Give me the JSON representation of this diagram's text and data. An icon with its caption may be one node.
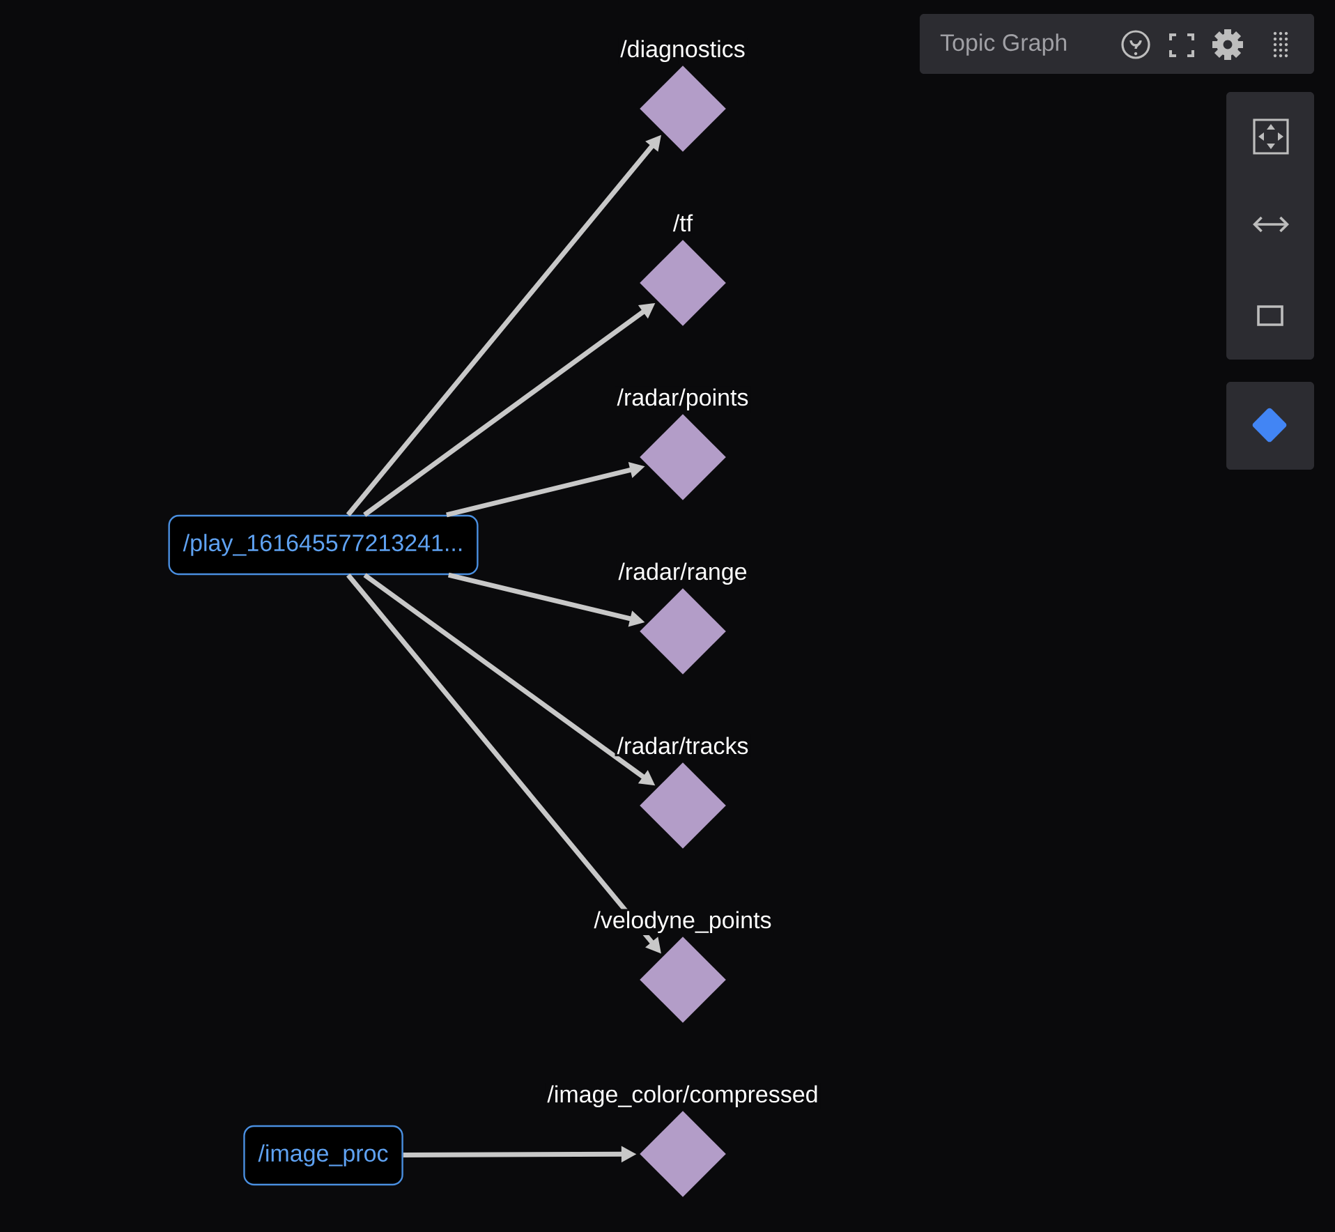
{
  "diagram": {
    "nodes": [
      {
        "text": [
          "/diagnostics"
        ]
      },
      {
        "text": [
          "/tf"
        ]
      },
      {
        "text": [
          "/radar/points"
        ]
      },
      {
        "text": [
          "/play_161645577213241..."
        ]
      },
      {
        "text": [
          "/radar/range"
        ]
      },
      {
        "text": [
          "/radar/tracks"
        ]
      },
      {
        "text": [
          "/velodyne_points"
        ]
      },
      {
        "text": [
          "/image_color/compressed"
        ]
      },
      {
        "text": [
          "/image_proc"
        ]
      }
    ],
    "edges": [
      {
        "from": 3,
        "to": 0,
        "arrow": "to"
      },
      {
        "from": 3,
        "to": 1,
        "arrow": "to"
      },
      {
        "from": 3,
        "to": 2,
        "arrow": "to"
      },
      {
        "from": 3,
        "to": 4,
        "arrow": "to"
      },
      {
        "from": 3,
        "to": 5,
        "arrow": "to"
      },
      {
        "from": 3,
        "to": 6,
        "arrow": "to"
      },
      {
        "from": 8,
        "to": 7,
        "arrow": "to"
      }
    ],
    "labels": [
      "Topic Graph"
    ]
  }
}
